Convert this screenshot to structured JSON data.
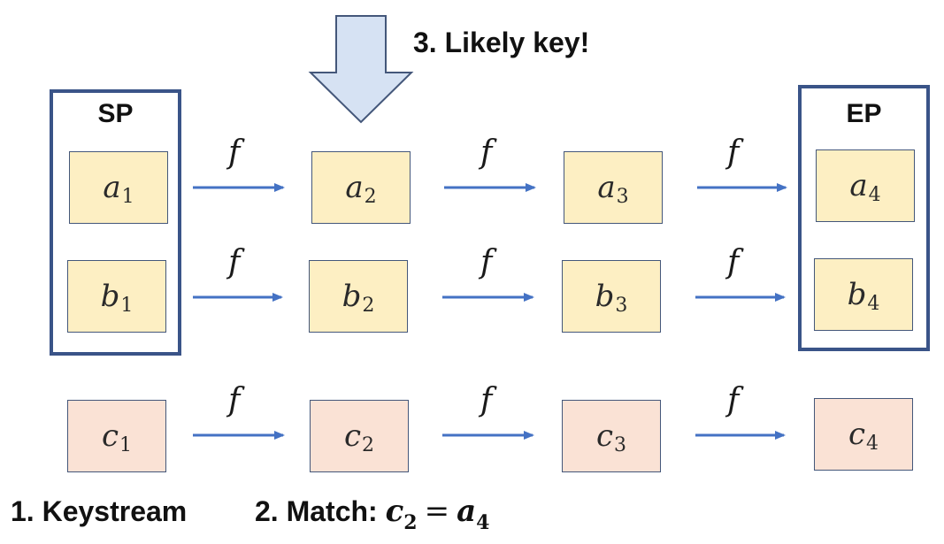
{
  "groups": {
    "start_points_label": "SP",
    "end_points_label": "EP"
  },
  "function_label": "f",
  "chains": [
    {
      "row": "a",
      "nodes": [
        "a|1",
        "a|2",
        "a|3",
        "a|4"
      ]
    },
    {
      "row": "b",
      "nodes": [
        "b|1",
        "b|2",
        "b|3",
        "b|4"
      ]
    },
    {
      "row": "c",
      "nodes": [
        "c|1",
        "c|2",
        "c|3",
        "c|4"
      ]
    }
  ],
  "captions": {
    "step1": "1. Keystream",
    "step2_prefix": "2. Match: ",
    "step2_lhs_var": "c",
    "step2_lhs_sub": "2",
    "step2_op": "=",
    "step2_rhs_var": "a",
    "step2_rhs_sub": "4",
    "step3": "3. Likely key!"
  },
  "colors": {
    "node_yellow": "#fdefc3",
    "node_pink": "#fae2d5",
    "node_border": "#44577a",
    "group_border": "#3a5488",
    "arrow": "#4472c4",
    "pointer_fill": "#d6e2f3",
    "pointer_stroke": "#44577a"
  }
}
